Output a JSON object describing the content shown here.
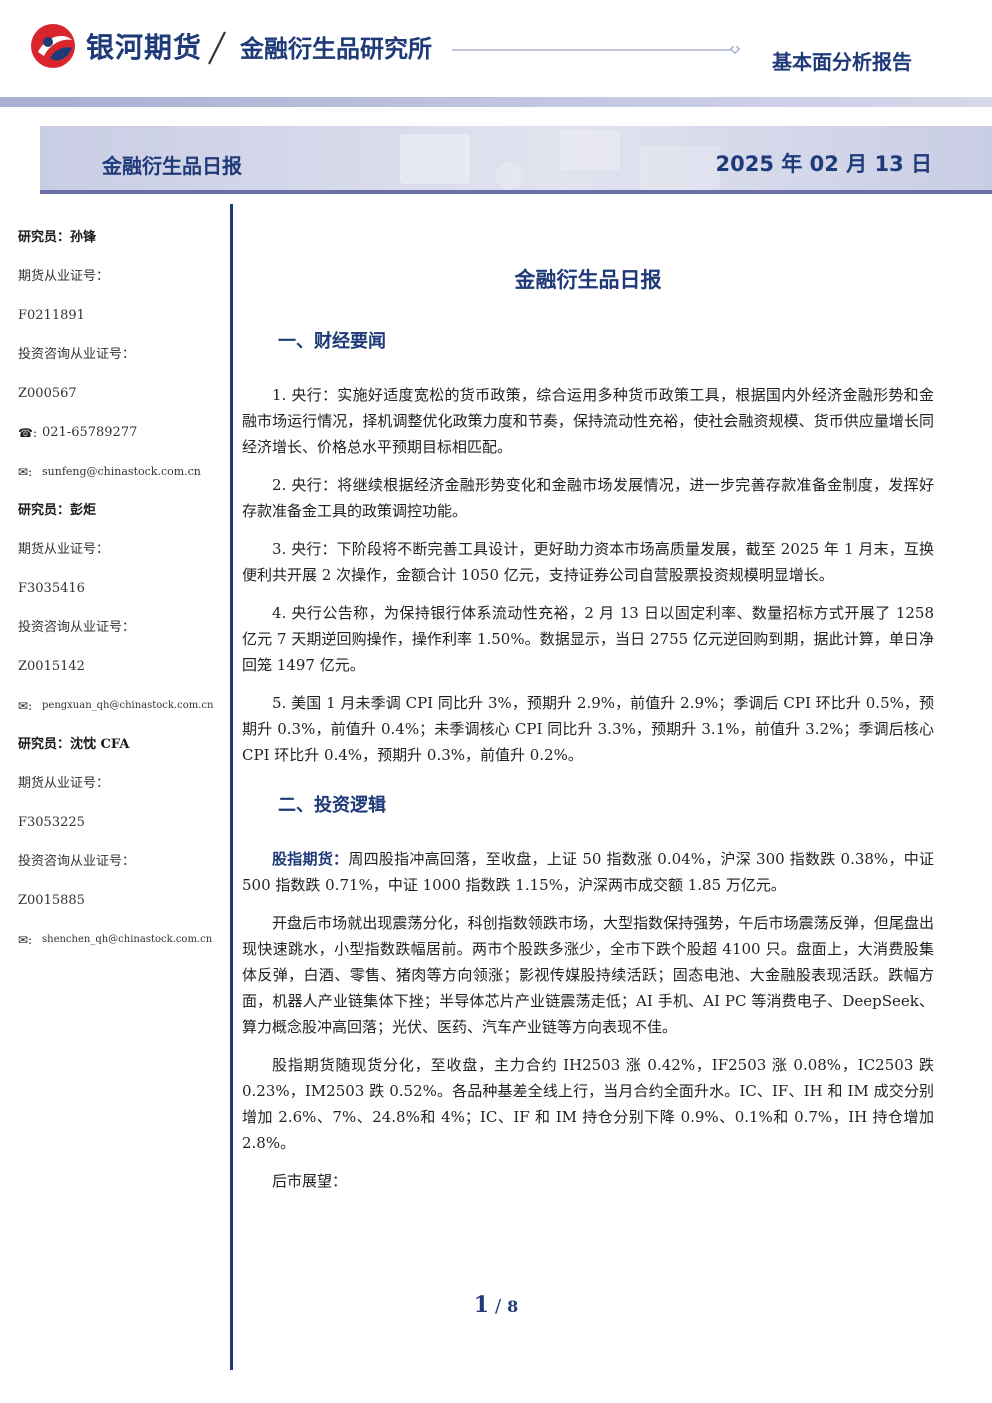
{
  "header": {
    "brand": "银河期货",
    "institute": "金融衍生品研究所",
    "report_type": "基本面分析报告"
  },
  "banner": {
    "title": "金融衍生品日报",
    "date": "2025 年 02 月 13 日"
  },
  "researchers": [
    {
      "name": "研究员：孙锋",
      "futures_label": "期货从业证号：",
      "futures_no": "F0211891",
      "consult_label": "投资咨询从业证号：",
      "consult_no": "Z000567",
      "phone": "021-65789277",
      "email": "sunfeng@chinastock.com.cn"
    },
    {
      "name": "研究员：彭炬",
      "futures_label": "期货从业证号：",
      "futures_no": "F3035416",
      "consult_label": "投资咨询从业证号：",
      "consult_no": "Z0015142",
      "email": "pengxuan_qh@chinastock.com.cn"
    },
    {
      "name": "研究员：沈忱  CFA",
      "futures_label": "期货从业证号：",
      "futures_no": "F3053225",
      "consult_label": "投资咨询从业证号：",
      "consult_no": "Z0015885",
      "email": "shenchen_qh@chinastock.com.cn"
    }
  ],
  "main": {
    "title": "金融衍生品日报",
    "section1": {
      "title": "一、财经要闻",
      "items": [
        "1. 央行：实施好适度宽松的货币政策，综合运用多种货币政策工具，根据国内外经济金融形势和金融市场运行情况，择机调整优化政策力度和节奏，保持流动性充裕，使社会融资规模、货币供应量增长同经济增长、价格总水平预期目标相匹配。",
        "2. 央行：将继续根据经济金融形势变化和金融市场发展情况，进一步完善存款准备金制度，发挥好存款准备金工具的政策调控功能。",
        "3. 央行：下阶段将不断完善工具设计，更好助力资本市场高质量发展，截至 2025 年 1 月末，互换便利共开展 2 次操作，金额合计 1050 亿元，支持证券公司自营股票投资规模明显增长。",
        "4. 央行公告称，为保持银行体系流动性充裕，2 月 13 日以固定利率、数量招标方式开展了 1258 亿元 7 天期逆回购操作，操作利率 1.50%。数据显示，当日 2755 亿元逆回购到期，据此计算，单日净回笼 1497 亿元。",
        "5. 美国 1 月未季调 CPI 同比升 3%，预期升 2.9%，前值升 2.9%；季调后 CPI 环比升 0.5%，预期升 0.3%，前值升 0.4%；未季调核心 CPI 同比升 3.3%，预期升 3.1%，前值升 3.2%；季调后核心 CPI 环比升 0.4%，预期升 0.3%，前值升 0.2%。"
      ]
    },
    "section2": {
      "title": "二、投资逻辑",
      "label": "股指期货：",
      "p1": "周四股指冲高回落，至收盘，上证 50 指数涨 0.04%，沪深 300 指数跌 0.38%，中证 500 指数跌 0.71%，中证 1000 指数跌 1.15%，沪深两市成交额 1.85 万亿元。",
      "p2": "开盘后市场就出现震荡分化，科创指数领跌市场，大型指数保持强势，午后市场震荡反弹，但尾盘出现快速跳水，小型指数跌幅居前。两市个股跌多涨少，全市下跌个股超 4100 只。盘面上，大消费股集体反弹，白酒、零售、猪肉等方向领涨；影视传媒股持续活跃；固态电池、大金融股表现活跃。跌幅方面，机器人产业链集体下挫；半导体芯片产业链震荡走低；AI 手机、AI PC 等消费电子、DeepSeek、算力概念股冲高回落；光伏、医药、汽车产业链等方向表现不佳。",
      "p3": "股指期货随现货分化，至收盘，主力合约 IH2503 涨 0.42%，IF2503 涨 0.08%，IC2503 跌 0.23%，IM2503 跌 0.52%。各品种基差全线上行，当月合约全面升水。IC、IF、IH 和 IM 成交分别增加 2.6%、7%、24.8%和 4%；IC、IF 和 IM 持仓分别下降 0.9%、0.1%和 0.7%，IH 持仓增加 2.8%。",
      "p4": "后市展望："
    }
  },
  "footer": {
    "page": "1",
    "separator": "/",
    "total": "8"
  }
}
